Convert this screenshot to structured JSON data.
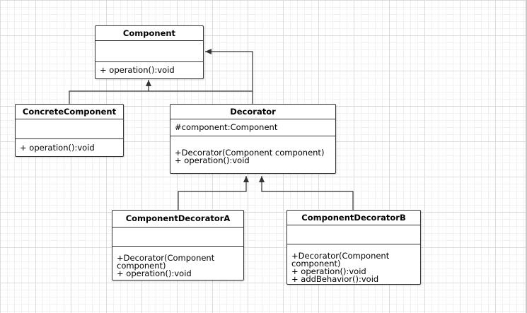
{
  "diagram": {
    "classes": {
      "component": {
        "name": "Component",
        "attributes": [],
        "operations": [
          "+ operation():void"
        ]
      },
      "concrete_component": {
        "name": "ConcreteComponent",
        "attributes": [],
        "operations": [
          "+ operation():void"
        ]
      },
      "decorator": {
        "name": "Decorator",
        "attributes": [
          "#component:Component"
        ],
        "operations": [
          "+Decorator(Component component)",
          "+ operation():void"
        ]
      },
      "component_decorator_a": {
        "name": "ComponentDecoratorA",
        "attributes": [],
        "operations": [
          "+Decorator(Component",
          "component)",
          "+ operation():void"
        ]
      },
      "component_decorator_b": {
        "name": "ComponentDecoratorB",
        "attributes": [],
        "operations": [
          "+Decorator(Component",
          "component)",
          "+ operation():void",
          "+ addBehavior():void"
        ]
      }
    },
    "colors": {
      "line": "#333333",
      "box_fill": "#ffffff",
      "grid": "#dcdcdc"
    }
  }
}
